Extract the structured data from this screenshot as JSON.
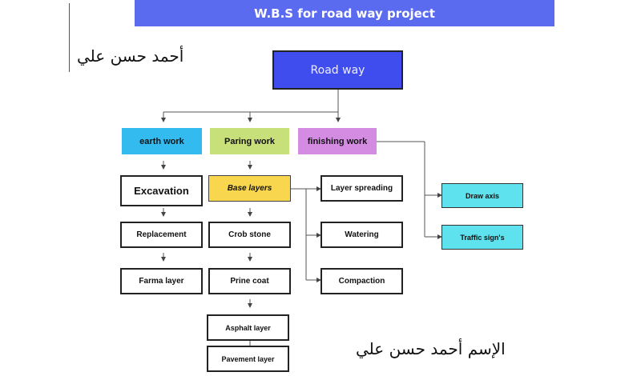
{
  "header": {
    "title": "W.B.S for road way project"
  },
  "signature_top": "أحمد حسن علي",
  "signature_bottom": "الإسم أحمد حسن علي",
  "colors": {
    "header": "#5b6bf0",
    "root": "#3f4dee",
    "earth": "#33bbf0",
    "paring": "#c7e07a",
    "finishing": "#d48ce2",
    "base": "#f8d64e",
    "cyan": "#5ee3ee"
  },
  "nodes": {
    "root": "Road way",
    "earth_work": "earth work",
    "paring_work": "Paring work",
    "finishing_work": "finishing work",
    "excavation": "Excavation",
    "replacement": "Replacement",
    "farma_layer": "Farma layer",
    "base_layers": "Base layers",
    "crob_stone": "Crob stone",
    "prine_coat": "Prine coat",
    "asphalt_layer": "Asphalt layer",
    "pavement_layer": "Pavement layer",
    "layer_spreading": "Layer spreading",
    "watering": "Watering",
    "compaction": "Compaction",
    "draw_axis": "Draw axis",
    "traffic_signs": "Traffic sign's"
  }
}
